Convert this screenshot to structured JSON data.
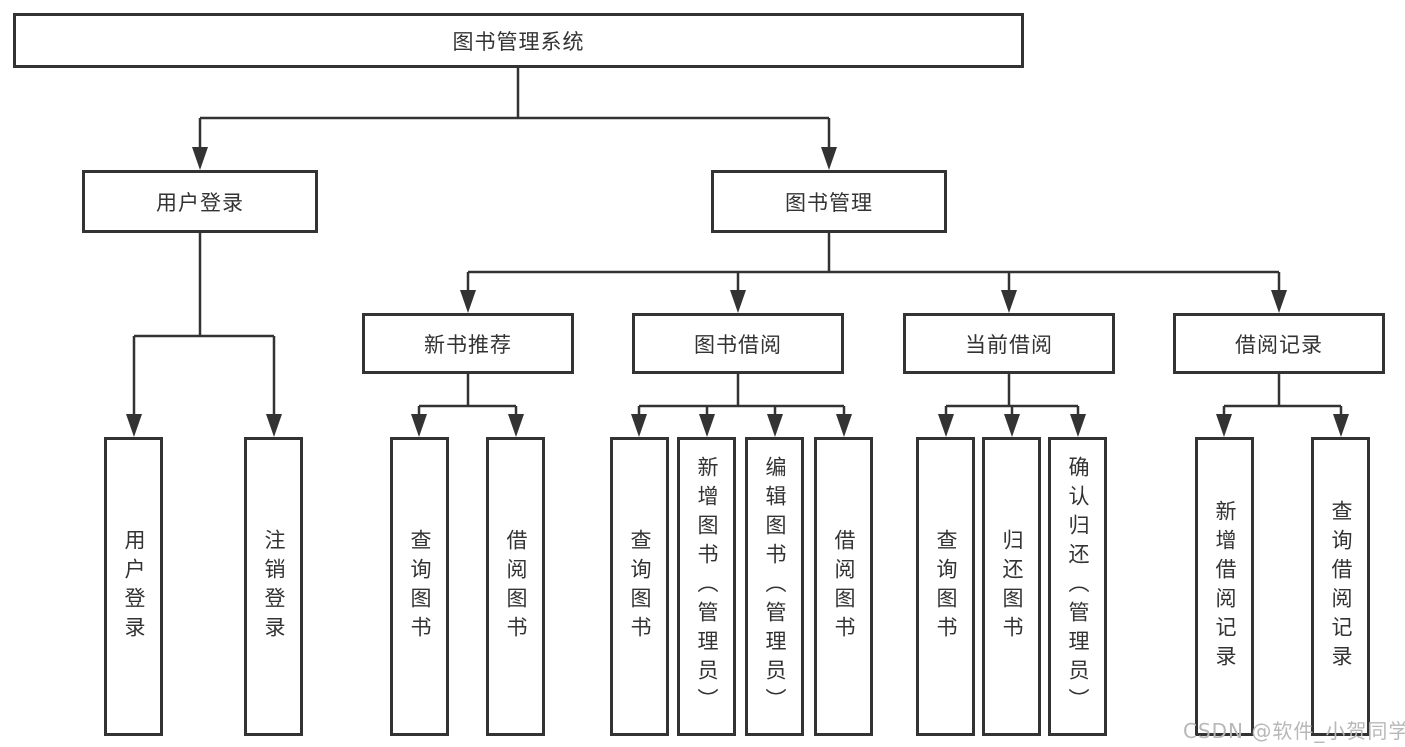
{
  "diagram": {
    "title_node": {
      "label": "图书管理系统"
    },
    "level2": [
      {
        "id": "user-login",
        "label": "用户登录"
      },
      {
        "id": "book-management",
        "label": "图书管理"
      }
    ],
    "level3": [
      {
        "id": "new-book-recommend",
        "label": "新书推荐",
        "parent": "book-management"
      },
      {
        "id": "book-borrowing",
        "label": "图书借阅",
        "parent": "book-management"
      },
      {
        "id": "current-borrowing",
        "label": "当前借阅",
        "parent": "book-management"
      },
      {
        "id": "borrowing-records",
        "label": "借阅记录",
        "parent": "book-management"
      }
    ],
    "leaves": [
      {
        "parent": "user-login",
        "label": "用户登录"
      },
      {
        "parent": "user-login",
        "label": "注销登录"
      },
      {
        "parent": "new-book-recommend",
        "label": "查询图书"
      },
      {
        "parent": "new-book-recommend",
        "label": "借阅图书"
      },
      {
        "parent": "book-borrowing",
        "label": "查询图书"
      },
      {
        "parent": "book-borrowing",
        "label": "新增图书（管理员）"
      },
      {
        "parent": "book-borrowing",
        "label": "编辑图书（管理员）"
      },
      {
        "parent": "book-borrowing",
        "label": "借阅图书"
      },
      {
        "parent": "current-borrowing",
        "label": "查询图书"
      },
      {
        "parent": "current-borrowing",
        "label": "归还图书"
      },
      {
        "parent": "current-borrowing",
        "label": "确认归还（管理员）"
      },
      {
        "parent": "borrowing-records",
        "label": "新增借阅记录"
      },
      {
        "parent": "borrowing-records",
        "label": "查询借阅记录"
      }
    ]
  },
  "watermark": {
    "text": "CSDN @软件_小贺同学"
  },
  "colors": {
    "line": "#333333",
    "box_border": "#333333",
    "text": "#333333",
    "watermark": "#b8b8b8",
    "background": "#ffffff"
  }
}
